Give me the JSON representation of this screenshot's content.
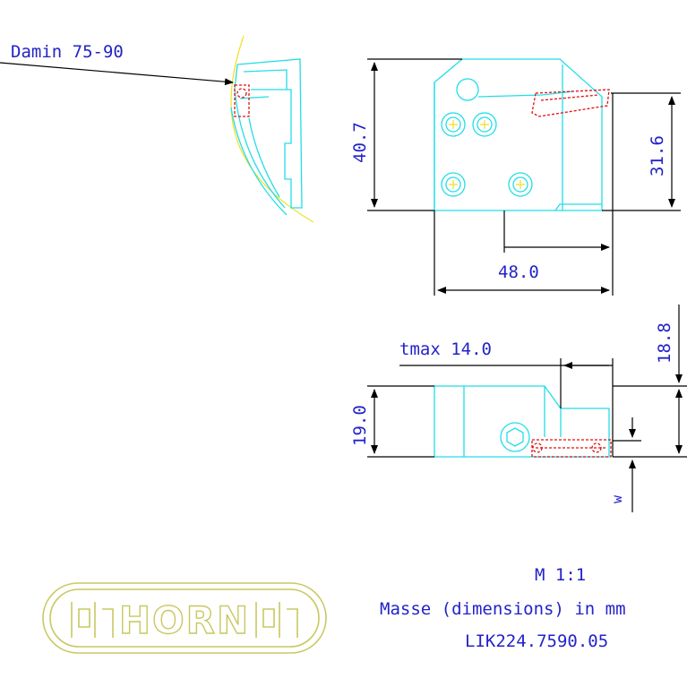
{
  "labels": {
    "damin": "Damin 75-90",
    "height_total": "40.7",
    "height_right": "31.6",
    "width": "48.0",
    "tmax": "tmax 14.0",
    "height_right_bottom": "18.8",
    "height_left_bottom": "19.0",
    "w": "w"
  },
  "notes": {
    "scale": "M 1:1",
    "units": "Masse (dimensions) in mm",
    "part_number": "LIK224.7590.05"
  },
  "logo": {
    "brand": "HORN"
  },
  "colors": {
    "outline": "#22dde8",
    "dimension": "#000000",
    "text": "#2323c8",
    "hidden": "#e01010",
    "center": "#f0e020",
    "logo": "#c8c860"
  }
}
